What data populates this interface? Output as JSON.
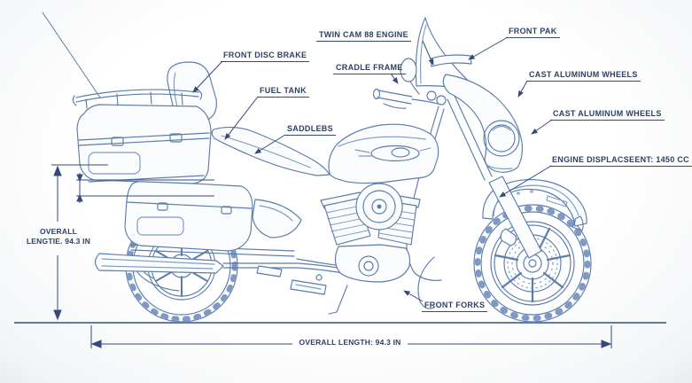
{
  "figure": {
    "type": "technical-blueprint",
    "subject": "touring motorcycle side view"
  },
  "colors": {
    "drawing_line": "#5b7cab",
    "fine_line": "#7e99c4",
    "annotation_line": "#35497a",
    "text": "#2e4064",
    "background": "#fbfcfd"
  },
  "labels": [
    {
      "id": "twin-cam-88-engine",
      "text": "TWIN CAM 88 ENGINE"
    },
    {
      "id": "front-pak",
      "text": "FRONT PAK"
    },
    {
      "id": "front-disc-brake",
      "text": "FRONT DISC BRAKE"
    },
    {
      "id": "cradle-frame",
      "text": "CRADLE FRAME"
    },
    {
      "id": "fuel-tank",
      "text": "FUEL TANK"
    },
    {
      "id": "saddlebags",
      "text": "SADDLEBS"
    },
    {
      "id": "cast-aluminum-wheels-1",
      "text": "CAST ALUMINUM WHEELS"
    },
    {
      "id": "cast-aluminum-wheels-2",
      "text": "CAST ALUMINUM WHEELS"
    },
    {
      "id": "engine-displacement",
      "text": "ENGINE DISPLACSEENT: 1450 CC"
    },
    {
      "id": "front-forks",
      "text": "FRONT FORKS"
    }
  ],
  "dimensions": {
    "left_vertical": {
      "line1": "OVERALL",
      "line2": "LENGTIE. 94.3 IN"
    },
    "bottom_horizontal": "OVERALL LENGTH: 94.3 IN"
  }
}
